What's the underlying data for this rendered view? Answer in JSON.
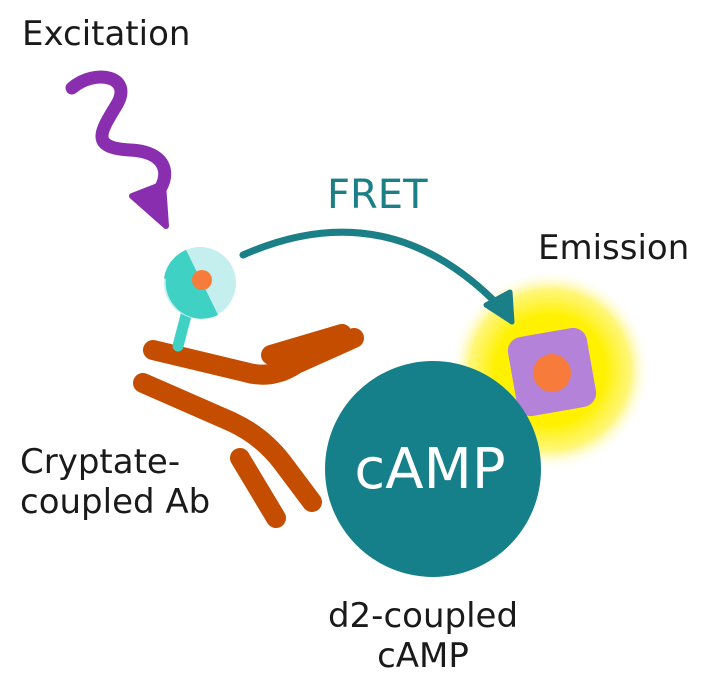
{
  "labels": {
    "excitation": "Excitation",
    "fret": "FRET",
    "emission": "Emission",
    "cryptate_line1": "Cryptate-",
    "cryptate_line2": "coupled Ab",
    "camp": "cAMP",
    "d2_line1": "d2-coupled",
    "d2_line2": "cAMP"
  },
  "colors": {
    "excitation_wave": "#8a2eb0",
    "fret_arrow": "#1a7f86",
    "fret_text": "#1a7f86",
    "cryptate_dark": "#3fd1c4",
    "cryptate_light": "#c4efee",
    "core_orange": "#f77b3a",
    "antibody": "#c44d00",
    "camp_circle": "#16808a",
    "emission_glow": "#fff100",
    "acceptor": "#b483d9",
    "text": "#1a1a1a"
  },
  "icons": {
    "excitation": "wavy-arrow-icon",
    "fret": "curved-arrow-icon",
    "donor": "cryptate-donor-icon",
    "acceptor": "d2-acceptor-icon",
    "antibody": "antibody-icon"
  }
}
